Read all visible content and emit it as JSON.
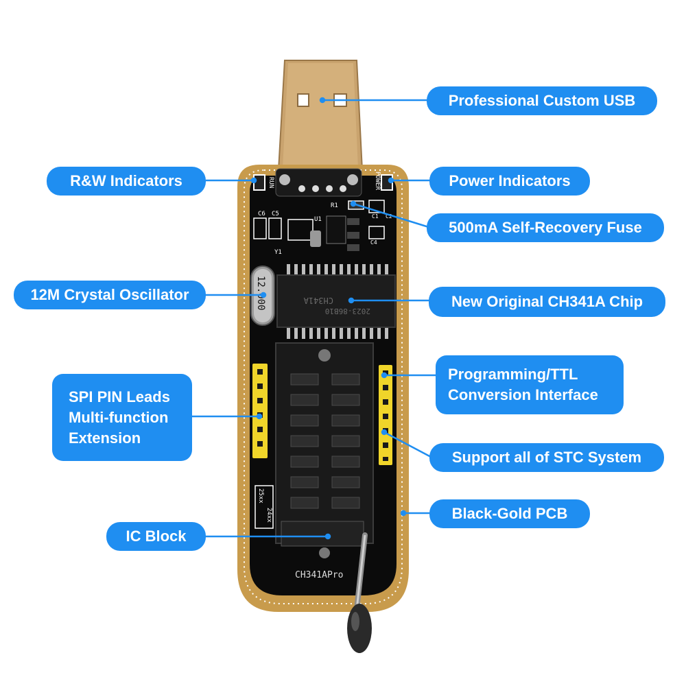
{
  "labels": {
    "usb": "Professional Custom USB",
    "rw": "R&W Indicators",
    "power": "Power Indicators",
    "fuse": "500mA Self-Recovery Fuse",
    "crystal": "12M Crystal Oscillator",
    "chip": "New Original CH341A Chip",
    "spi": [
      "SPI PIN Leads",
      "Multi-function",
      "Extension"
    ],
    "ttl": [
      "Programming/TTL",
      "Conversion Interface"
    ],
    "stc": "Support all of STC System",
    "pcb": "Black-Gold PCB",
    "ic_block": "IC Block"
  },
  "board_text": {
    "crystal": "12.000",
    "chip_line1": "CH341A",
    "chip_line2": "2023-86B10",
    "model": "CH341APro",
    "run": "RUN",
    "power": "POWER",
    "chip25": "25xx",
    "chip24": "24xx",
    "c5": "C5",
    "c6": "C6",
    "u1": "U1",
    "r1": "R1",
    "y1": "Y1",
    "c1": "C1",
    "c2": "C2",
    "c4": "C4"
  },
  "colors": {
    "label_blue": "#1f8ef1",
    "pcb_gold": "#c89b4c",
    "pcb_black": "#0b0b0b",
    "usb_gold": "#c8a06a",
    "pin_yellow": "#f0d52a"
  }
}
